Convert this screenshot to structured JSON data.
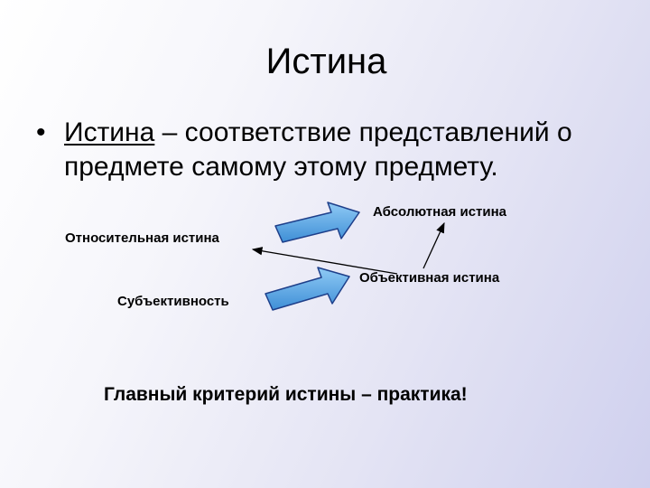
{
  "slide": {
    "title": "Истина",
    "bullet": {
      "mark": "•",
      "term": "Истина",
      "definition": " – соответствие представлений о предмете самому этому предмету."
    },
    "labels": {
      "absolute": "Абсолютная истина",
      "relative": "Относительная истина",
      "objective": "Объективная истина",
      "subjectivity": "Субъективность"
    },
    "criterion": "Главный критерий истины – практика!"
  },
  "colors": {
    "arrow_fill": "#5aa9e6",
    "arrow_stroke": "#1e3f8a",
    "line": "#000000"
  }
}
